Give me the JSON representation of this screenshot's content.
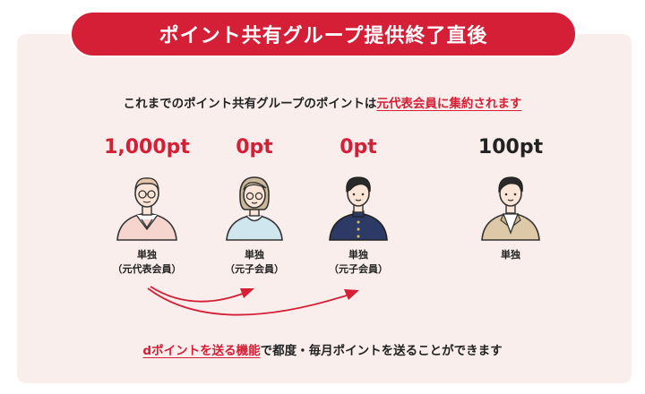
{
  "banner": {
    "title": "ポイント共有グループ提供終了直後"
  },
  "description": {
    "prefix": "これまでのポイント共有グループのポイントは",
    "highlight": "元代表会員に集約されます"
  },
  "members": [
    {
      "points": "1,000pt",
      "role": "単独",
      "detail": "（元代表会員）"
    },
    {
      "points": "0pt",
      "role": "単独",
      "detail": "（元子会員）"
    },
    {
      "points": "0pt",
      "role": "単独",
      "detail": "（元子会員）"
    },
    {
      "points": "100pt",
      "role": "単独",
      "detail": ""
    }
  ],
  "footer": {
    "link": "dポイントを送る機能",
    "suffix": "で都度・毎月ポイントを送ることができます"
  },
  "colors": {
    "accent": "#d41f36",
    "panel": "#f9eeec"
  }
}
